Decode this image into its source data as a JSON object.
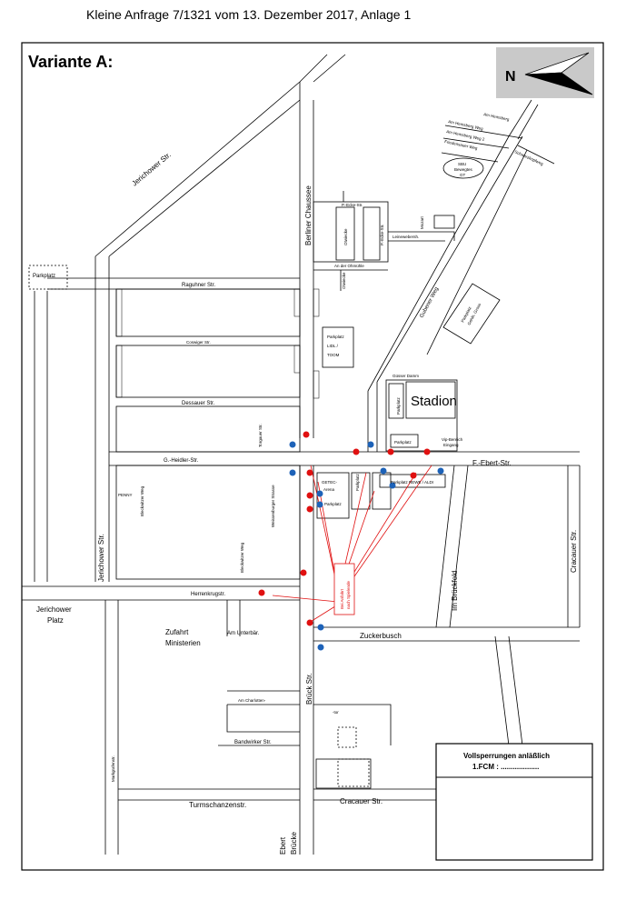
{
  "header": "Kleine Anfrage 7/1321 vom 13. Dezember 2017, Anlage 1",
  "variant": "Variante A:",
  "compass_letter": "N",
  "streets": {
    "jerichower_str_top": "Jerichower Str.",
    "berliner_chaussee": "Berliner Chaussee",
    "raguhner": "Raguhner Str.",
    "coswiger": "Coswiger Str.",
    "dessauer": "Dessauer Str.",
    "heidler": "G.-Heidler-Str.",
    "torgauer": "Torgauer Str.",
    "wasserburger": "Weissenburger Strasse",
    "bleckwitzer_1": "Bleckwitzer Weg",
    "bleckwitzer_2": "Bleckwitzer Weg",
    "herrenkrug": "Herrenkrugstr.",
    "jerichower_str_left": "Jerichower Str.",
    "jerichower_platz_1": "Jerichower",
    "jerichower_platz_2": "Platz",
    "zufahrt_1": "Zufahrt",
    "zufahrt_2": "Ministerien",
    "am_unterbaer": "Am Unterbär.",
    "zuckerbusch": "Zuckerbusch",
    "brueck": "Brück Str.",
    "am_charlotten": "Am Charlotten-",
    "tor": "-tor",
    "bandwirker": "Bandwirker Str.",
    "markgrafen": "Markgrafenstr.",
    "turmschanzen": "Turmschanzenstr.",
    "cracauer_bottom": "Cracauer Str.",
    "ebert_1": "Ebert",
    "ebert_2": "Brücke",
    "ebert_str": "F.-Ebert-Str.",
    "im_brueckfeld": "Im Brückfeld",
    "cracauer_right": "Cracauer Str.",
    "gubener": "Gubener Weg",
    "am_hemsberg": "Am Hemsberg",
    "am_hemsberg_weg": "Am Hemsberg Weg",
    "am_hemsberg_weg2": "Am Hemsberg Weg 2",
    "friedensauer": "Friedensauer Weg",
    "schwarzkopfweg": "Schwarzkopfweg",
    "p_ecke": "P.-Ecke-Str.",
    "otwiecke": "Otwiecke",
    "otwiecke_2": "Otwiecke",
    "p_ecke_2": "P.-Ecke-Str.",
    "leinewebers": "Leinewebersh.",
    "mozart": "Mozart",
    "an_der_ohmuehle": "An der Ohmühle",
    "gubser_damm": "Güsser Damm"
  },
  "places": {
    "parkplatz_left": "Parkplatz",
    "parkplatz_lidl": [
      "Parkplatz",
      "LIDL /",
      "TOOM"
    ],
    "stadion": "Stadion",
    "parkplatz_stadion_v": "Parkplatz",
    "parkplatz_stadion_h": "Parkplatz",
    "vip_1": "Vip-Bereich",
    "vip_2": "Eingang",
    "getec_1": "GETEC-",
    "getec_2": "Arena",
    "parkplatz_getec": "Parkplatz",
    "parkplatz_v2": "Parkplatz",
    "parkplatz_rewe": "Parkplatz REWE / ALDI",
    "penny": "PENNY",
    "sbu_1": "SBU",
    "sbu_2": "Bewegtes",
    "sbu_3": "GT",
    "parkplatz_gross": [
      "Parkplatz",
      "Gehlh. Gross"
    ],
    "bei_anfahrt": [
      "Bei Anfahrt",
      "nach Spielende"
    ]
  },
  "legend": {
    "line1": "Vollsperrungen anläßlich",
    "line2": "1.FCM : ..................."
  },
  "colors": {
    "red": "#e01010",
    "blue": "#1d62b8",
    "gray_compass": "#c9c9c9"
  }
}
